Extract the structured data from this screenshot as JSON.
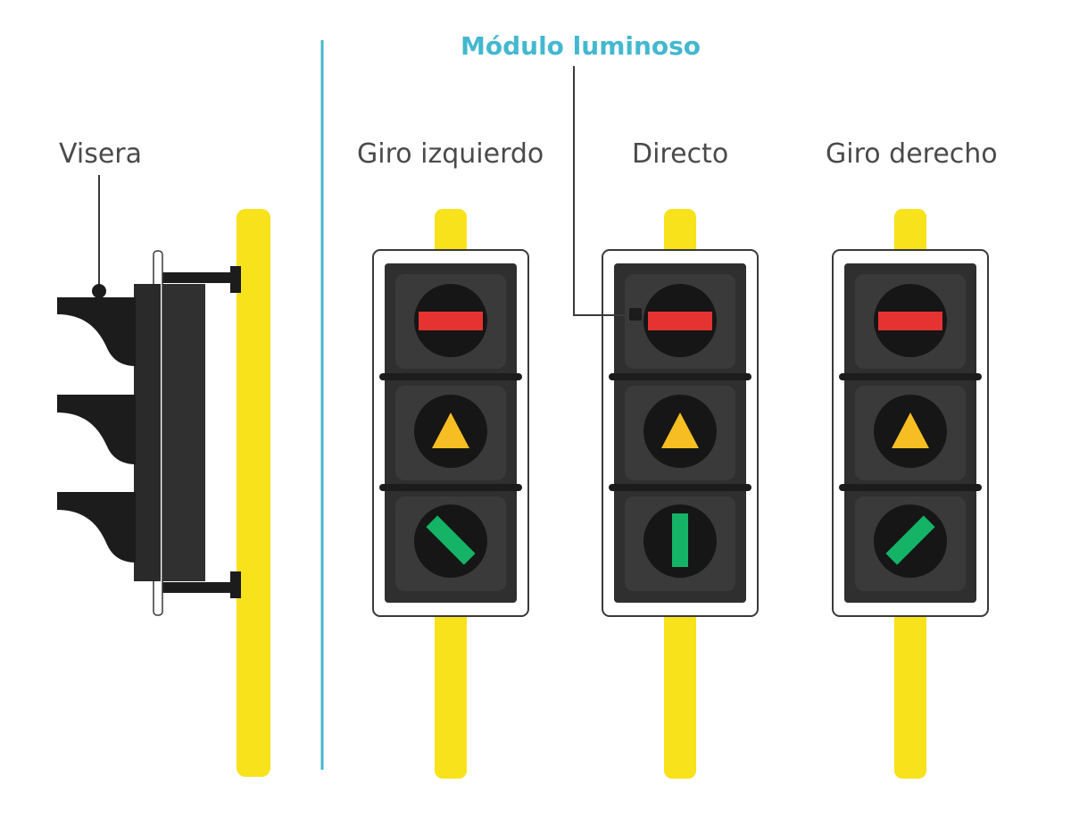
{
  "labels": {
    "visera": "Visera",
    "modulo": "Módulo luminoso",
    "giro_izquierdo": "Giro izquierdo",
    "directo": "Directo",
    "giro_derecho": "Giro derecho"
  },
  "signals": [
    {
      "name": "giro-izquierdo",
      "red": "bar",
      "amber": "triangle",
      "green": "diagonal-left"
    },
    {
      "name": "directo",
      "red": "bar",
      "amber": "triangle",
      "green": "vertical"
    },
    {
      "name": "giro-derecho",
      "red": "bar",
      "amber": "triangle",
      "green": "diagonal-right"
    }
  ],
  "colors": {
    "pole": "#f7e21b",
    "housing": "#2f2f2f",
    "housing_dark": "#1c1c1c",
    "lens": "#161616",
    "red": "#e53331",
    "amber": "#f6be22",
    "green": "#14b366",
    "accent": "#43b8cf",
    "outline": "#3a3a3a"
  }
}
